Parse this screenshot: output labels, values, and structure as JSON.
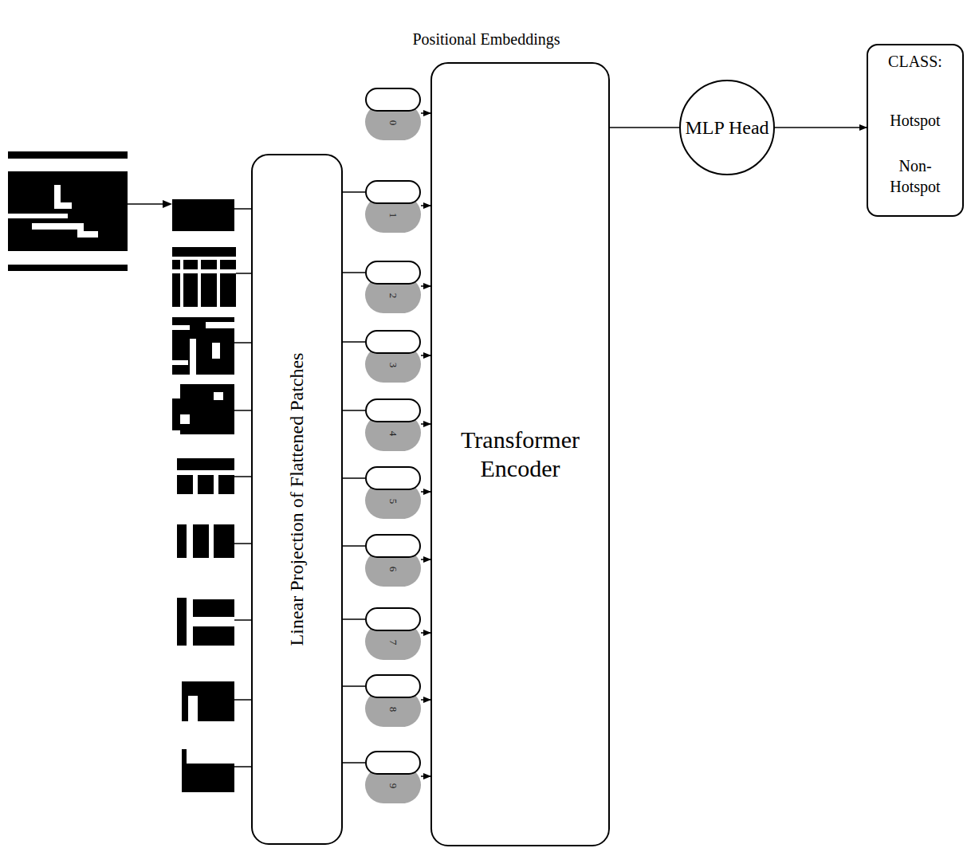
{
  "diagram": {
    "nodes": [
      {
        "text": [
          "Linear Projection of Flattened Patches"
        ]
      },
      {
        "text": [
          "0"
        ]
      },
      {
        "text": [
          "1"
        ]
      },
      {
        "text": [
          "2"
        ]
      },
      {
        "text": [
          "3"
        ]
      },
      {
        "text": [
          "4"
        ]
      },
      {
        "text": [
          "5"
        ]
      },
      {
        "text": [
          "6"
        ]
      },
      {
        "text": [
          "7"
        ]
      },
      {
        "text": [
          "8"
        ]
      },
      {
        "text": [
          "9"
        ]
      },
      {
        "text": [
          "Transformer Encoder"
        ]
      },
      {
        "text": [
          "MLP Head"
        ]
      },
      {
        "text": [
          "CLASS:",
          "Hotspot",
          "Non-Hotspot"
        ]
      }
    ],
    "edges": [
      {
        "from": 0,
        "to": 2,
        "arrow": "none"
      },
      {
        "from": 0,
        "to": 3,
        "arrow": "none"
      },
      {
        "from": 0,
        "to": 4,
        "arrow": "none"
      },
      {
        "from": 0,
        "to": 5,
        "arrow": "none"
      },
      {
        "from": 0,
        "to": 6,
        "arrow": "none"
      },
      {
        "from": 0,
        "to": 7,
        "arrow": "none"
      },
      {
        "from": 0,
        "to": 8,
        "arrow": "none"
      },
      {
        "from": 0,
        "to": 9,
        "arrow": "none"
      },
      {
        "from": 0,
        "to": 10,
        "arrow": "none"
      },
      {
        "from": 1,
        "to": 11,
        "arrow": "to"
      },
      {
        "from": 2,
        "to": 11,
        "arrow": "to"
      },
      {
        "from": 3,
        "to": 11,
        "arrow": "to"
      },
      {
        "from": 4,
        "to": 11,
        "arrow": "to"
      },
      {
        "from": 5,
        "to": 11,
        "arrow": "to"
      },
      {
        "from": 6,
        "to": 11,
        "arrow": "to"
      },
      {
        "from": 7,
        "to": 11,
        "arrow": "to"
      },
      {
        "from": 8,
        "to": 11,
        "arrow": "to"
      },
      {
        "from": 9,
        "to": 11,
        "arrow": "to"
      },
      {
        "from": 10,
        "to": 11,
        "arrow": "to"
      },
      {
        "from": 11,
        "to": 12,
        "arrow": "none"
      },
      {
        "from": 12,
        "to": 13,
        "arrow": "to"
      }
    ],
    "labels": [
      "Positional Embeddings"
    ]
  }
}
